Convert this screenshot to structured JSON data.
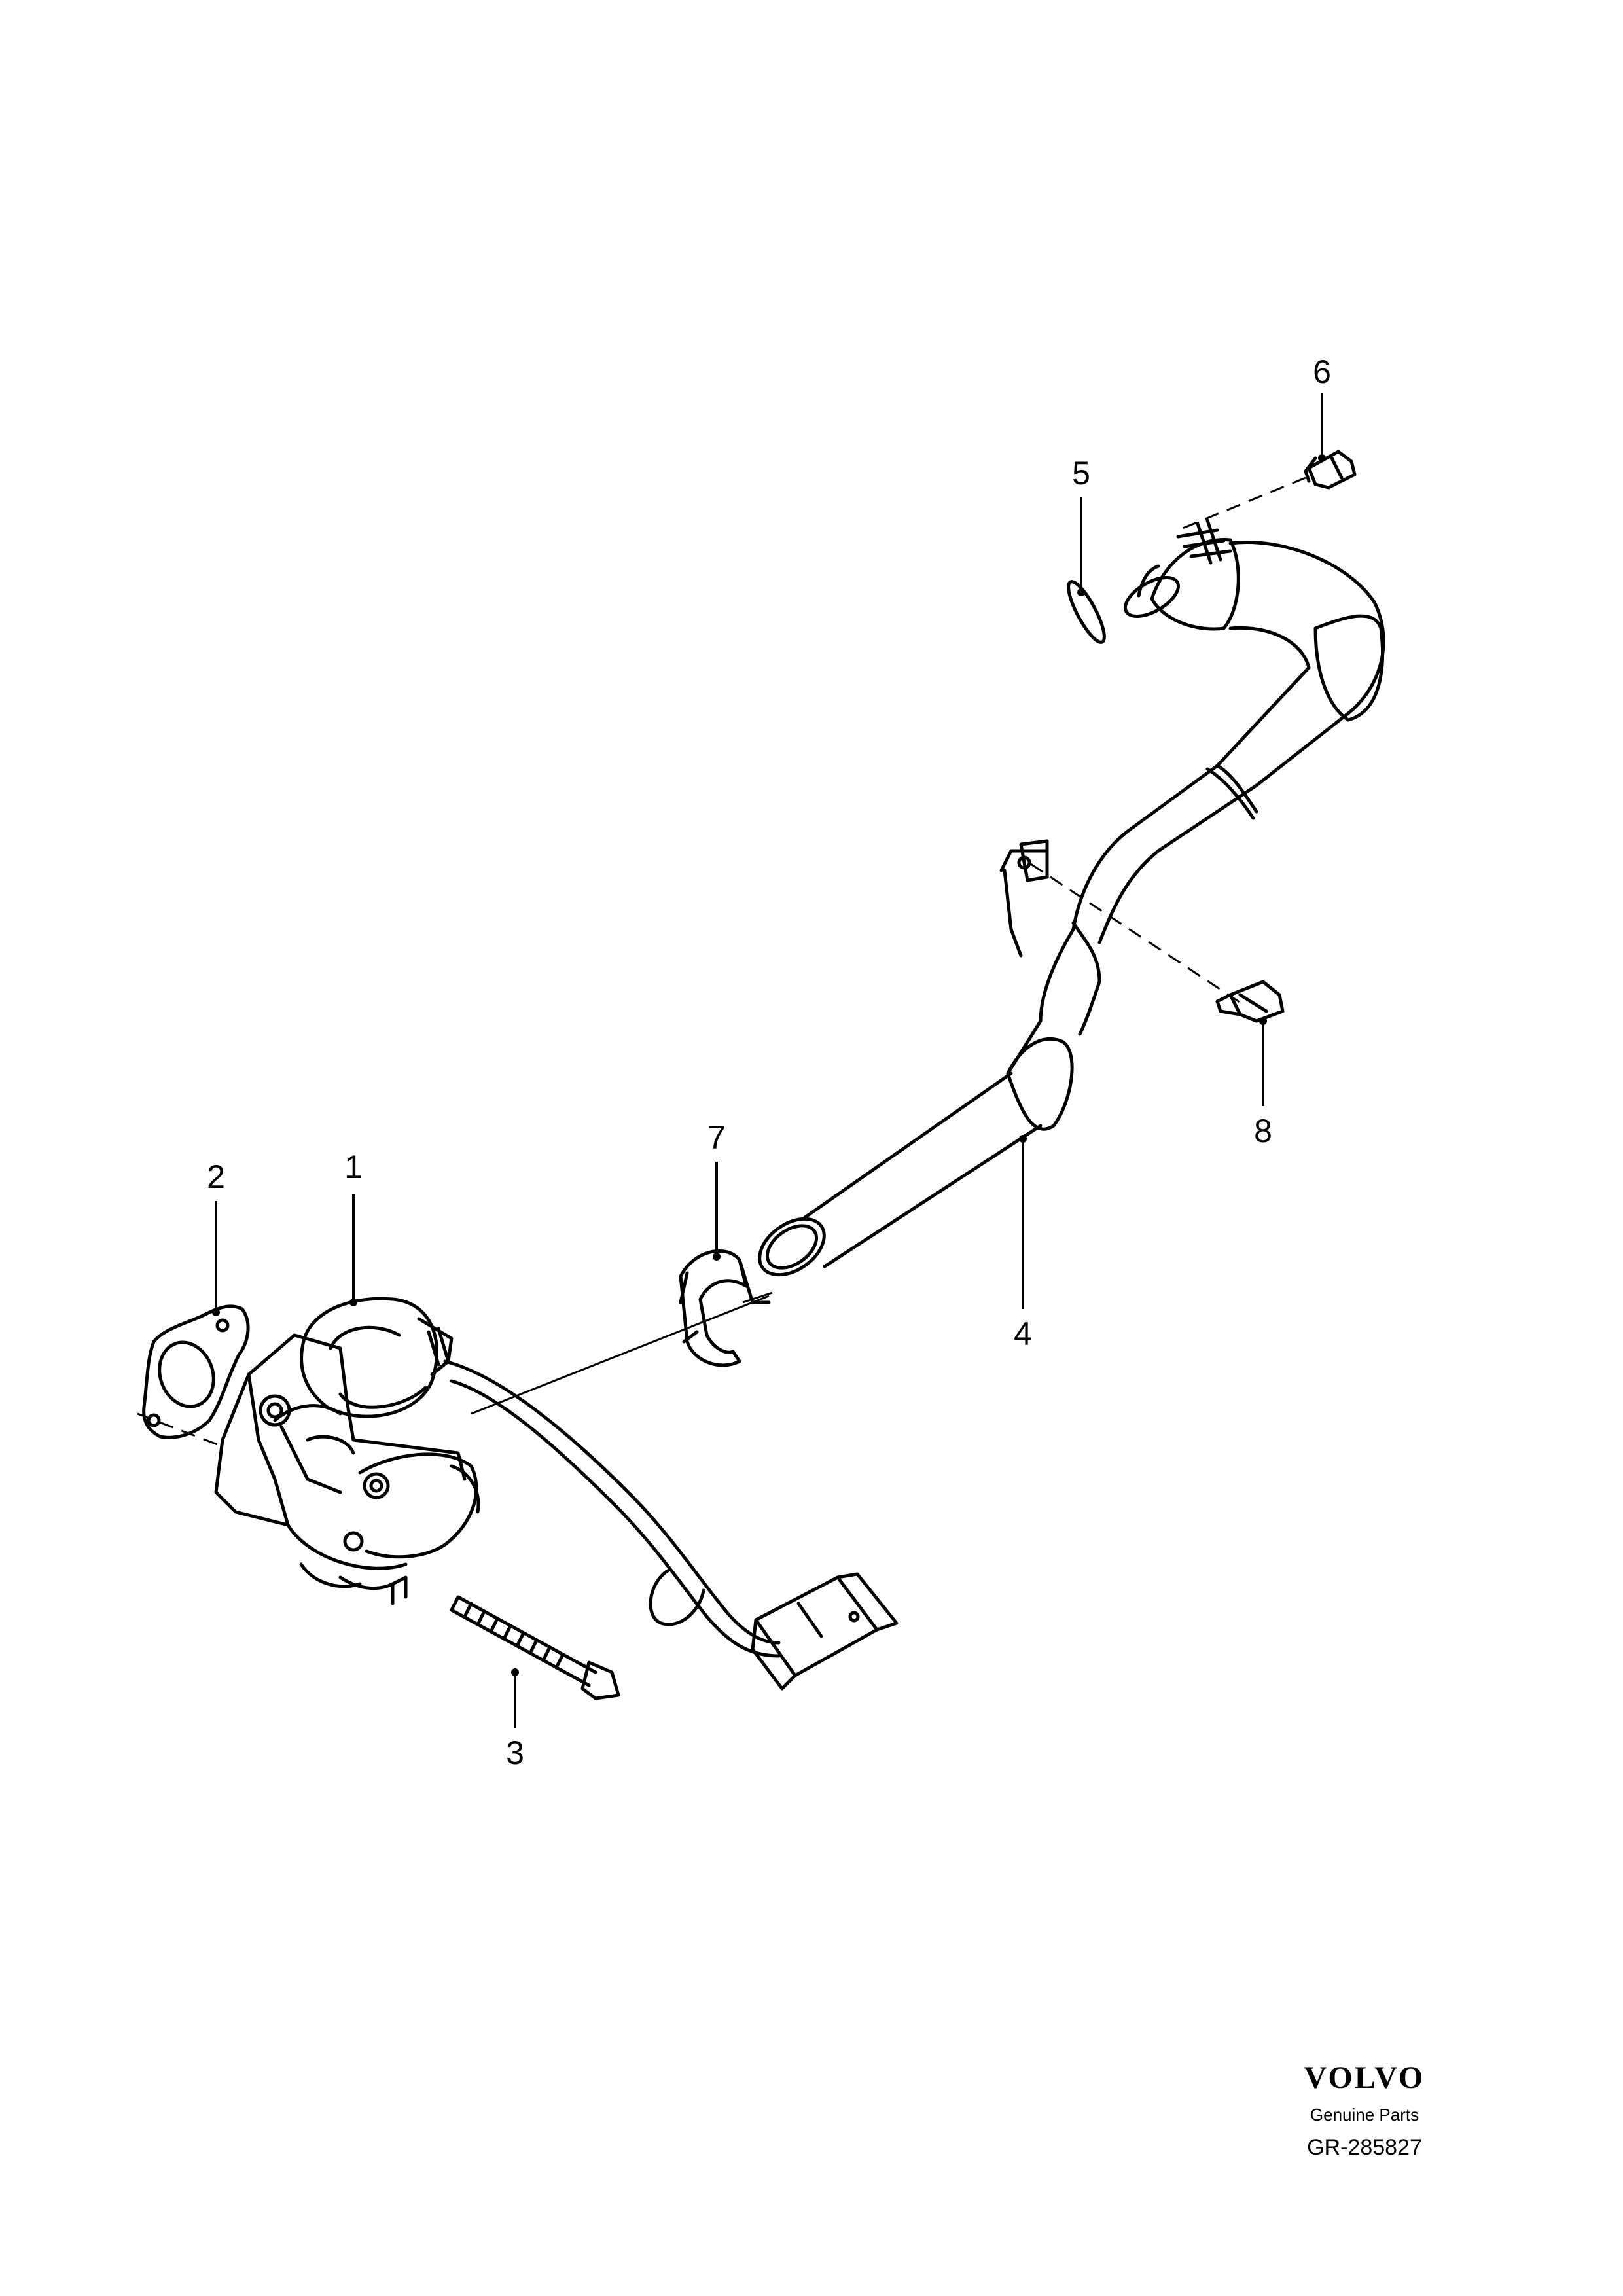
{
  "diagram": {
    "callouts": [
      "1",
      "2",
      "3",
      "4",
      "5",
      "6",
      "7",
      "8"
    ]
  },
  "footer": {
    "brand": "VOLVO",
    "subtitle": "Genuine Parts",
    "code": "GR-285827"
  }
}
